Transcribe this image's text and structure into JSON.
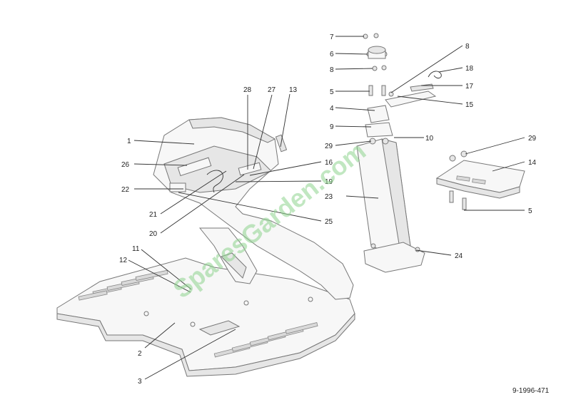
{
  "watermark": "SparesGarden.com",
  "drawing_code": "9-1996-471",
  "callouts": [
    "1",
    "2",
    "3",
    "4",
    "5",
    "5",
    "6",
    "7",
    "8",
    "8",
    "9",
    "10",
    "11",
    "12",
    "13",
    "14",
    "15",
    "16",
    "17",
    "18",
    "19",
    "20",
    "21",
    "22",
    "23",
    "24",
    "25",
    "26",
    "27",
    "28",
    "29",
    "29"
  ],
  "colors": {
    "linework": "#777777",
    "watermark": "#8fd48f"
  }
}
